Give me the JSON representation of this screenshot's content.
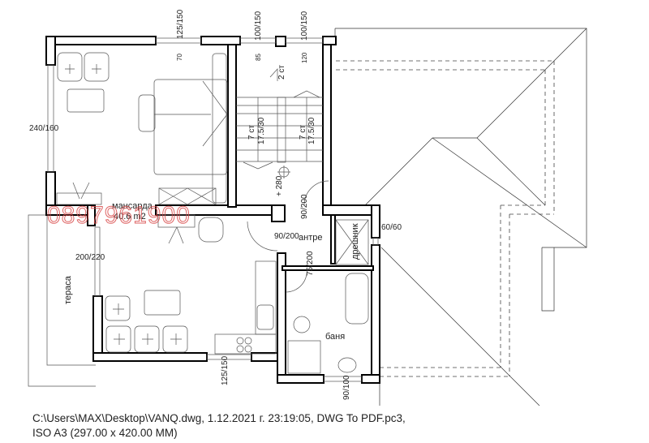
{
  "plan": {
    "rooms": {
      "bedroom": "мансарда",
      "bedroom_area": "40.6 m2",
      "hall": "антре",
      "closet": "дрешник",
      "terrace": "тераса",
      "bath": "баня"
    },
    "dimensions": {
      "win_top_1": "125/150",
      "win_top_1_sill": "70",
      "win_top_2": "100/150",
      "win_top_2_sill": "85",
      "win_top_3": "100/150",
      "win_top_3_sill": "120",
      "win_left": "240/160",
      "door_stair": "90/200",
      "door_hall": "90/200",
      "closet_win": "60/60",
      "terrace_door": "200/220",
      "bath_door": "75/200",
      "win_bottom": "125/150",
      "bath_win": "90/100",
      "level": "+ 280"
    },
    "stairs": {
      "top": "2 ст",
      "left_count": "7 ст",
      "left_size": "17.5/30",
      "right_count": "7 ст",
      "right_size": "17.5/30"
    },
    "watermark": "0897961900"
  },
  "footer": {
    "line1": "C:\\Users\\MAX\\Desktop\\VANQ.dwg, 1.12.2021 г. 23:19:05, DWG To PDF.pc3,",
    "line2": "ISO A3 (297.00 x 420.00 MM)"
  }
}
